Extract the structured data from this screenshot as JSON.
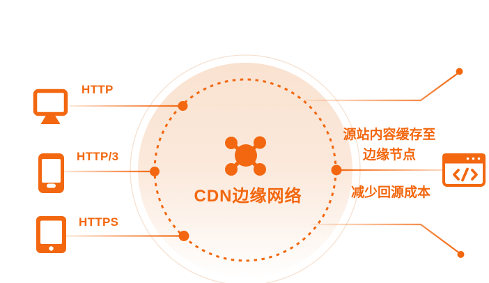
{
  "colors": {
    "primary_orange": "#F2670F",
    "circle_fill_top": "#FAE2D0",
    "circle_fill_bottom": "#FFFFFF"
  },
  "diagram": {
    "center": {
      "title": "CDN边缘网络",
      "icon": "network-hub-icon"
    },
    "clients": [
      {
        "label": "HTTP",
        "icon": "desktop-monitor-icon"
      },
      {
        "label": "HTTP/3",
        "icon": "smartphone-icon"
      },
      {
        "label": "HTTPS",
        "icon": "tablet-icon"
      }
    ],
    "origin": {
      "caption_line1": "源站内容缓存至",
      "caption_line2": "边缘节点",
      "benefit": "减少回源成本",
      "icon": "code-browser-icon"
    }
  }
}
